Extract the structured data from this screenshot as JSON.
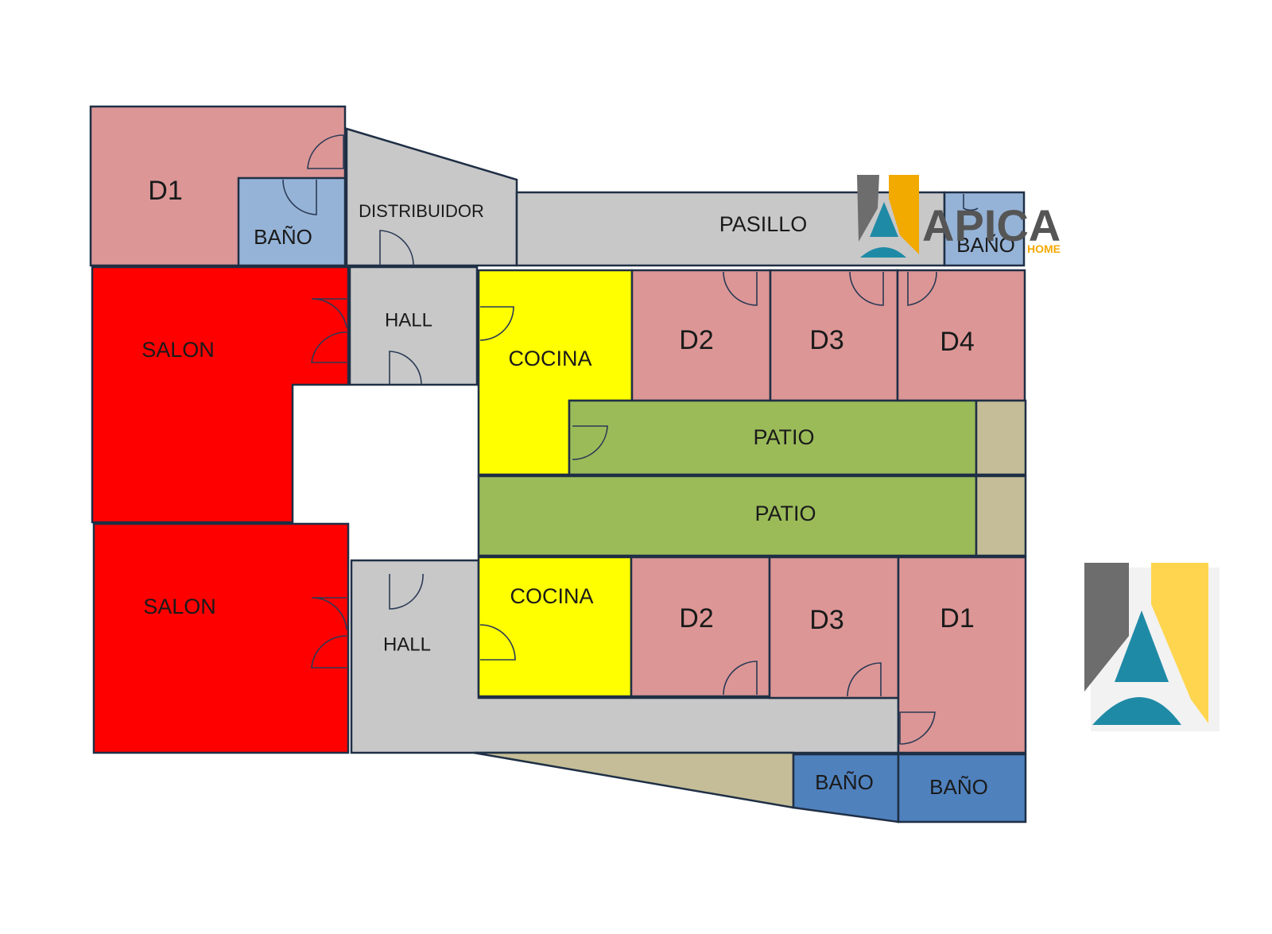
{
  "colors": {
    "bedroom": "#dc9696",
    "bath_light": "#95b3d7",
    "bath_dark": "#4f81bd",
    "circulation": "#c8c8c8",
    "living": "#ff0000",
    "kitchen": "#ffff00",
    "patio": "#9bbb59",
    "terrace": "#c4bd97",
    "outline": "#1f2f45",
    "brand_teal": "#1f8aa6",
    "brand_gray": "#6d6d6d",
    "brand_gold": "#f2a900"
  },
  "floorplan": {
    "upper": {
      "d1": "D1",
      "bano_d1": "BAÑO",
      "distribuidor": "DISTRIBUIDOR",
      "pasillo": "PASILLO",
      "bano_pasillo": "BAÑO",
      "salon": "SALON",
      "hall": "HALL",
      "cocina": "COCINA",
      "d2": "D2",
      "d3": "D3",
      "d4": "D4",
      "patio": "PATIO"
    },
    "lower": {
      "patio": "PATIO",
      "salon": "SALON",
      "hall": "HALL",
      "cocina": "COCINA",
      "d2": "D2",
      "d3": "D3",
      "d1": "D1",
      "bano_a": "BAÑO",
      "bano_b": "BAÑO"
    }
  },
  "watermark": {
    "brand": "APICA",
    "sub": "HOME",
    "icon": "apica-logo-icon"
  }
}
